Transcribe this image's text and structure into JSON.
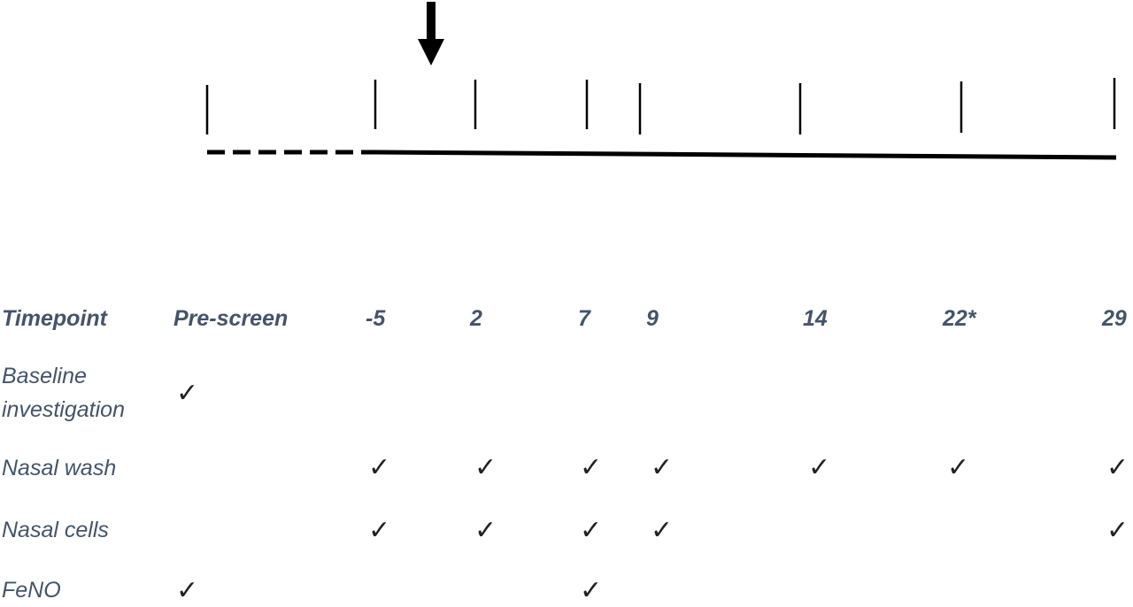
{
  "header": {
    "label": "Timepoint",
    "timepoints": [
      "Pre-screen",
      "-5",
      "2",
      "7",
      "9",
      "14",
      "22*",
      "29"
    ]
  },
  "rows": [
    {
      "label": "Baseline investigation",
      "label_lines": [
        "Baseline",
        "investigation"
      ],
      "checks": [
        true,
        false,
        false,
        false,
        false,
        false,
        false,
        false
      ]
    },
    {
      "label": "Nasal wash",
      "label_lines": [
        "Nasal wash"
      ],
      "checks": [
        false,
        true,
        true,
        true,
        true,
        true,
        true,
        true
      ]
    },
    {
      "label": "Nasal cells",
      "label_lines": [
        "Nasal cells"
      ],
      "checks": [
        false,
        true,
        true,
        true,
        true,
        false,
        false,
        true
      ]
    },
    {
      "label": "FeNO",
      "label_lines": [
        "FeNO"
      ],
      "checks": [
        true,
        false,
        false,
        true,
        false,
        false,
        false,
        false
      ]
    }
  ],
  "check_glyph": "✓",
  "colors": {
    "text": "#44546a",
    "line": "#000000",
    "check": "#222222"
  },
  "icons": {
    "arrow": "down-arrow-icon",
    "check": "check-icon"
  }
}
